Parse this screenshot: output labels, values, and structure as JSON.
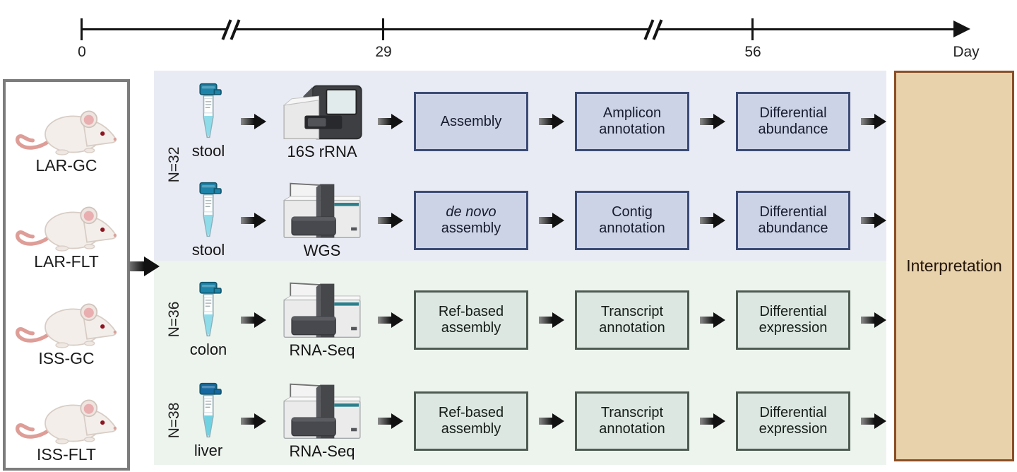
{
  "timeline": {
    "ticks": [
      {
        "label": "0"
      },
      {
        "label": "29"
      },
      {
        "label": "56"
      }
    ],
    "axis_label": "Day"
  },
  "groups": {
    "items": [
      {
        "label": "LAR-GC"
      },
      {
        "label": "LAR-FLT"
      },
      {
        "label": "ISS-GC"
      },
      {
        "label": "ISS-FLT"
      }
    ]
  },
  "rows": [
    {
      "n": "N=32",
      "sample": "stool",
      "platform": "16S rRNA",
      "machine_icon": "miseq-sequencer-icon",
      "tube": {
        "cap": "#1e83a8",
        "liquid": "#8edcea"
      },
      "theme": "blue",
      "steps": [
        {
          "lines": [
            {
              "text": "Assembly"
            }
          ]
        },
        {
          "lines": [
            {
              "text": "Amplicon"
            },
            {
              "text": "annotation"
            }
          ]
        },
        {
          "lines": [
            {
              "text": "Differential"
            },
            {
              "text": "abundance"
            }
          ]
        }
      ]
    },
    {
      "n": "",
      "sample": "stool",
      "platform": "WGS",
      "machine_icon": "novaseq-sequencer-icon",
      "tube": {
        "cap": "#1e83a8",
        "liquid": "#8edcea"
      },
      "theme": "blue",
      "steps": [
        {
          "lines": [
            {
              "text": "de novo",
              "italic": true
            },
            {
              "text": "assembly"
            }
          ]
        },
        {
          "lines": [
            {
              "text": "Contig"
            },
            {
              "text": "annotation"
            }
          ]
        },
        {
          "lines": [
            {
              "text": "Differential"
            },
            {
              "text": "abundance"
            }
          ]
        }
      ]
    },
    {
      "n": "N=36",
      "sample": "colon",
      "platform": "RNA-Seq",
      "machine_icon": "novaseq-sequencer-icon",
      "tube": {
        "cap": "#1e83a8",
        "liquid": "#8edcea"
      },
      "theme": "green",
      "steps": [
        {
          "lines": [
            {
              "text": "Ref-based"
            },
            {
              "text": "assembly"
            }
          ]
        },
        {
          "lines": [
            {
              "text": "Transcript"
            },
            {
              "text": "annotation"
            }
          ]
        },
        {
          "lines": [
            {
              "text": "Differential"
            },
            {
              "text": "expression"
            }
          ]
        }
      ]
    },
    {
      "n": "N=38",
      "sample": "liver",
      "platform": "RNA-Seq",
      "machine_icon": "novaseq-sequencer-icon",
      "tube": {
        "cap": "#1668a0",
        "liquid": "#6fd2e2"
      },
      "theme": "green",
      "steps": [
        {
          "lines": [
            {
              "text": "Ref-based"
            },
            {
              "text": "assembly"
            }
          ]
        },
        {
          "lines": [
            {
              "text": "Transcript"
            },
            {
              "text": "annotation"
            }
          ]
        },
        {
          "lines": [
            {
              "text": "Differential"
            },
            {
              "text": "expression"
            }
          ]
        }
      ]
    }
  ],
  "interpretation": {
    "label": "Interpretation"
  },
  "colors": {
    "band_blue": "#e9ebf4",
    "band_green": "#edf4ee",
    "box_blue_fill": "#cdd3e6",
    "box_blue_border": "#3c4b76",
    "box_green_fill": "#dce7e1",
    "box_green_border": "#4e5b52",
    "interpretation_fill": "#e8d2ab",
    "interpretation_border": "#8a4e25",
    "arrow_black": "#111111",
    "mice_panel_border": "#7c7c7c"
  }
}
